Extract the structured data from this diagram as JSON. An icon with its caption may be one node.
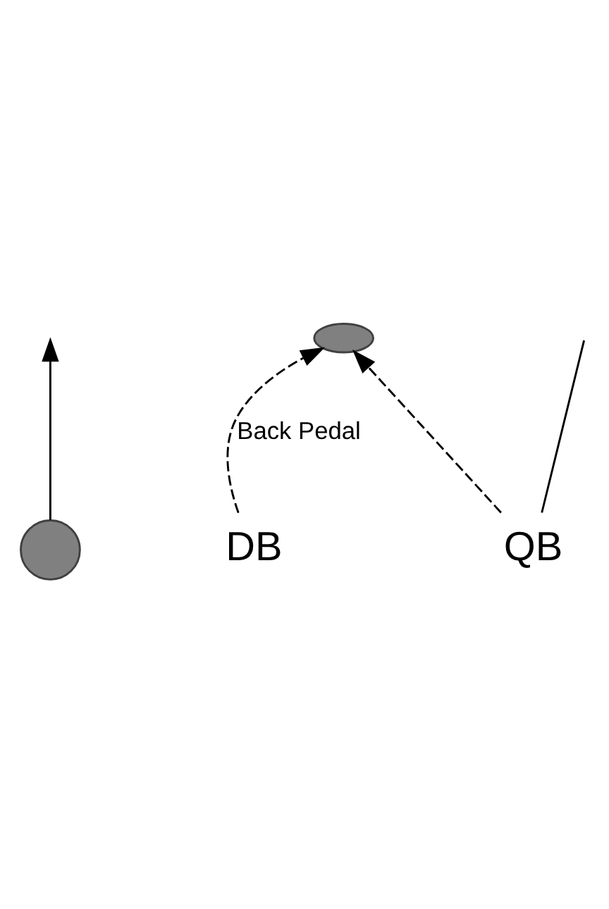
{
  "diagram": {
    "nodes": [
      {
        "text": [],
        "shape": "circle"
      },
      {
        "text": [
          "DB"
        ]
      },
      {
        "text": [],
        "shape": "ellipse"
      },
      {
        "text": [
          "QB"
        ]
      }
    ],
    "edges": [
      {
        "from": 0,
        "to": null,
        "arrow": "to"
      },
      {
        "from": 1,
        "to": 2,
        "arrow": "to",
        "style": "dashed",
        "label": "Back Pedal"
      },
      {
        "from": 3,
        "to": 2,
        "arrow": "to",
        "style": "dashed"
      },
      {
        "from": 3,
        "to": null,
        "arrow": "none"
      }
    ]
  }
}
